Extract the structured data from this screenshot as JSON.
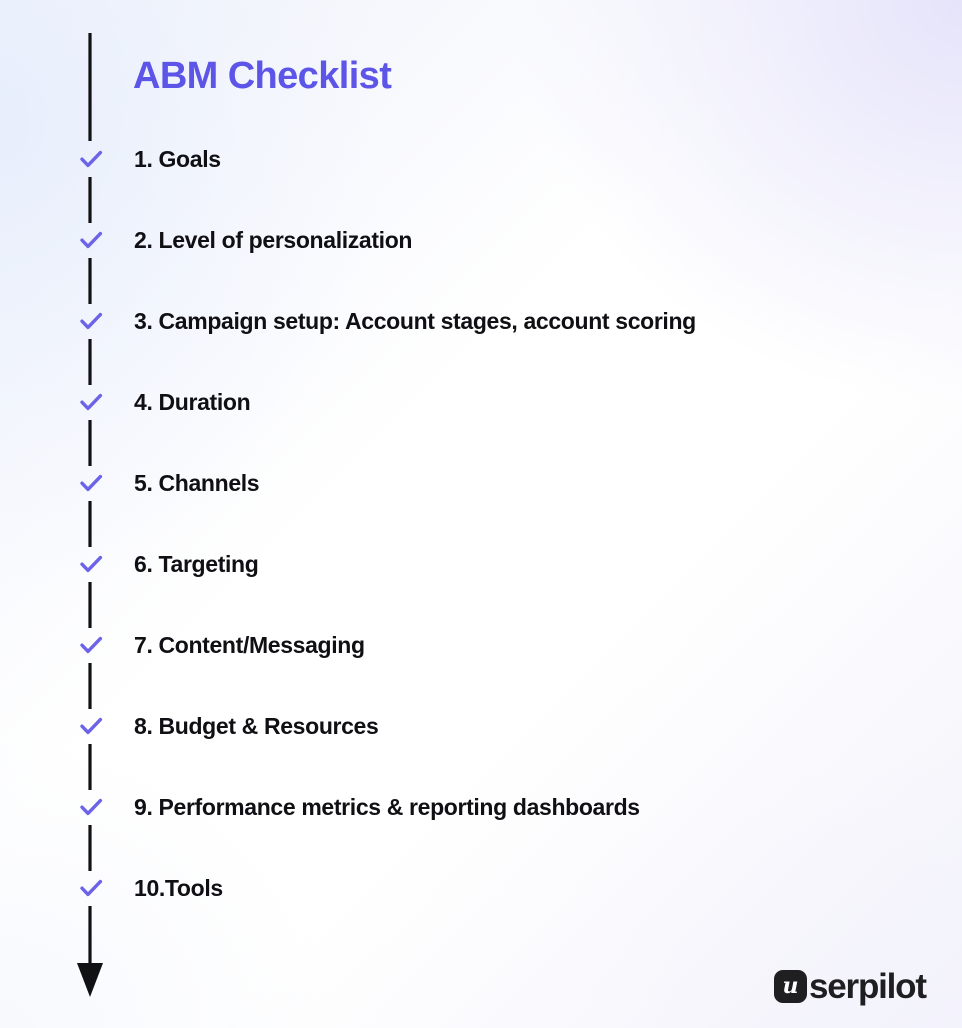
{
  "page": {
    "title": "ABM Checklist",
    "background_start": "#eef1fb",
    "background_end": "#f3f2fb",
    "accent_color": "#5d55e8",
    "check_color": "#6c63e8",
    "text_color": "#101014",
    "rail_color": "#111114"
  },
  "checklist": {
    "items": [
      {
        "number": "1.",
        "label": "1. Goals",
        "checked": true,
        "icon": "check-icon"
      },
      {
        "number": "2.",
        "label": "2. Level of personalization",
        "checked": true,
        "icon": "check-icon"
      },
      {
        "number": "3.",
        "label": "3. Campaign setup: Account stages, account scoring",
        "checked": true,
        "icon": "check-icon"
      },
      {
        "number": "4.",
        "label": "4. Duration",
        "checked": true,
        "icon": "check-icon"
      },
      {
        "number": "5.",
        "label": "5. Channels",
        "checked": true,
        "icon": "check-icon"
      },
      {
        "number": "6.",
        "label": "6. Targeting",
        "checked": true,
        "icon": "check-icon"
      },
      {
        "number": "7.",
        "label": "7. Content/Messaging",
        "checked": true,
        "icon": "check-icon"
      },
      {
        "number": "8.",
        "label": "8. Budget & Resources",
        "checked": true,
        "icon": "check-icon"
      },
      {
        "number": "9.",
        "label": "9. Performance metrics & reporting dashboards",
        "checked": true,
        "icon": "check-icon"
      },
      {
        "number": "10.",
        "label": "10.Tools",
        "checked": true,
        "icon": "check-icon"
      }
    ]
  },
  "timeline": {
    "arrow_icon": "arrow-down-icon",
    "direction": "down"
  },
  "logo": {
    "badge_letter": "u",
    "word": "serpilot",
    "full_name": "userpilot"
  }
}
